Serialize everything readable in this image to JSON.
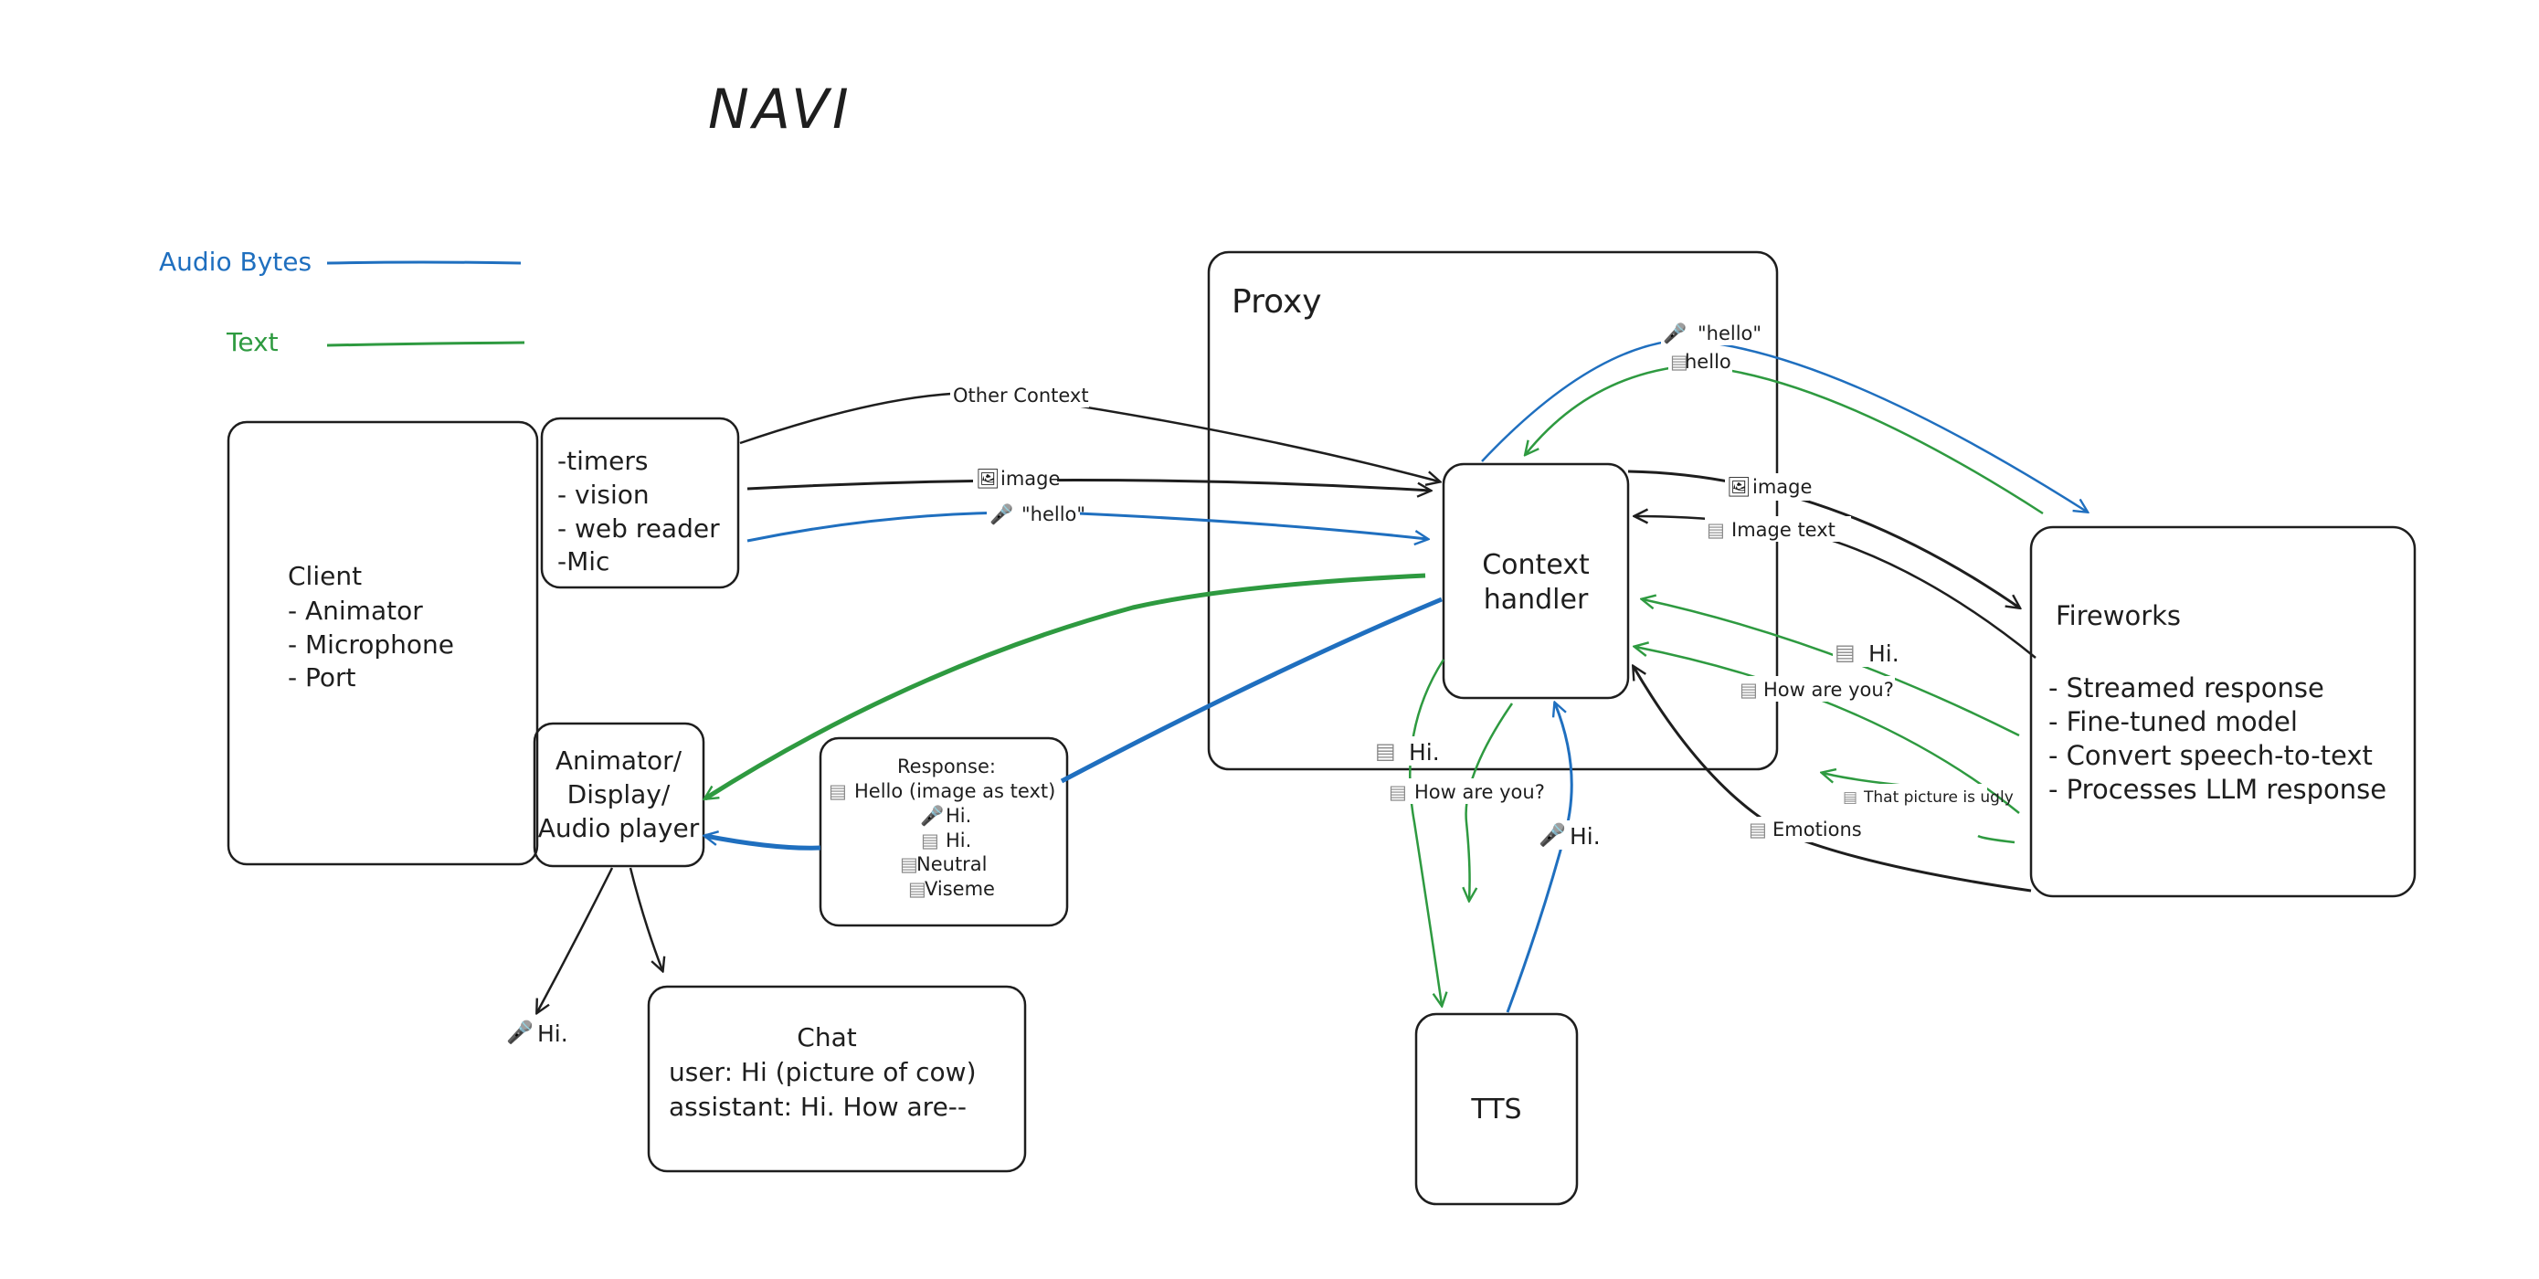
{
  "title": "NAVI",
  "colors": {
    "audio": "#1f6fbf",
    "text": "#2e9a40",
    "ink": "#1e1e1e"
  },
  "legend": {
    "audio_label": "Audio Bytes",
    "text_label": "Text"
  },
  "icons": {
    "mic": "🎤",
    "image": "🖼",
    "doc": "▤"
  },
  "client": {
    "title": "Client",
    "items": [
      "- Animator",
      "- Microphone",
      "- Port"
    ]
  },
  "inputs": {
    "items": [
      "-timers",
      "- vision",
      "- web reader",
      "-Mic"
    ]
  },
  "animator": {
    "lines": [
      "Animator/",
      "Display/",
      "Audio player"
    ]
  },
  "response": {
    "title": "Response:",
    "lines": [
      "Hello (image as text)",
      "Hi.",
      "Hi.",
      "Neutral",
      "Viseme"
    ]
  },
  "chat": {
    "title": "Chat",
    "lines": [
      "user: Hi (picture of cow)",
      "assistant: Hi. How are--"
    ]
  },
  "proxy": {
    "title": "Proxy"
  },
  "context_handler": {
    "lines": [
      "Context",
      "handler"
    ]
  },
  "tts": {
    "label": "TTS"
  },
  "fireworks": {
    "title": "Fireworks",
    "items": [
      "- Streamed response",
      "- Fine-tuned model",
      "- Convert speech-to-text",
      "- Processes LLM response"
    ]
  },
  "edge_labels": {
    "other_context": "Other Context",
    "image_in": "image",
    "hello_in": "\"hello\"",
    "hello_audio_out": "\"hello\"",
    "hello_text_back": "hello",
    "image_out": "image",
    "image_text": "Image text",
    "hi_from_fw": "Hi.",
    "how_from_fw": "How are you?",
    "picture_ugly": "That picture is ugly",
    "emotions": "Emotions",
    "hi_to_tts": "Hi.",
    "how_to_tts": "How are you?",
    "hi_from_tts": "Hi.",
    "hi_mic_out": "Hi."
  }
}
